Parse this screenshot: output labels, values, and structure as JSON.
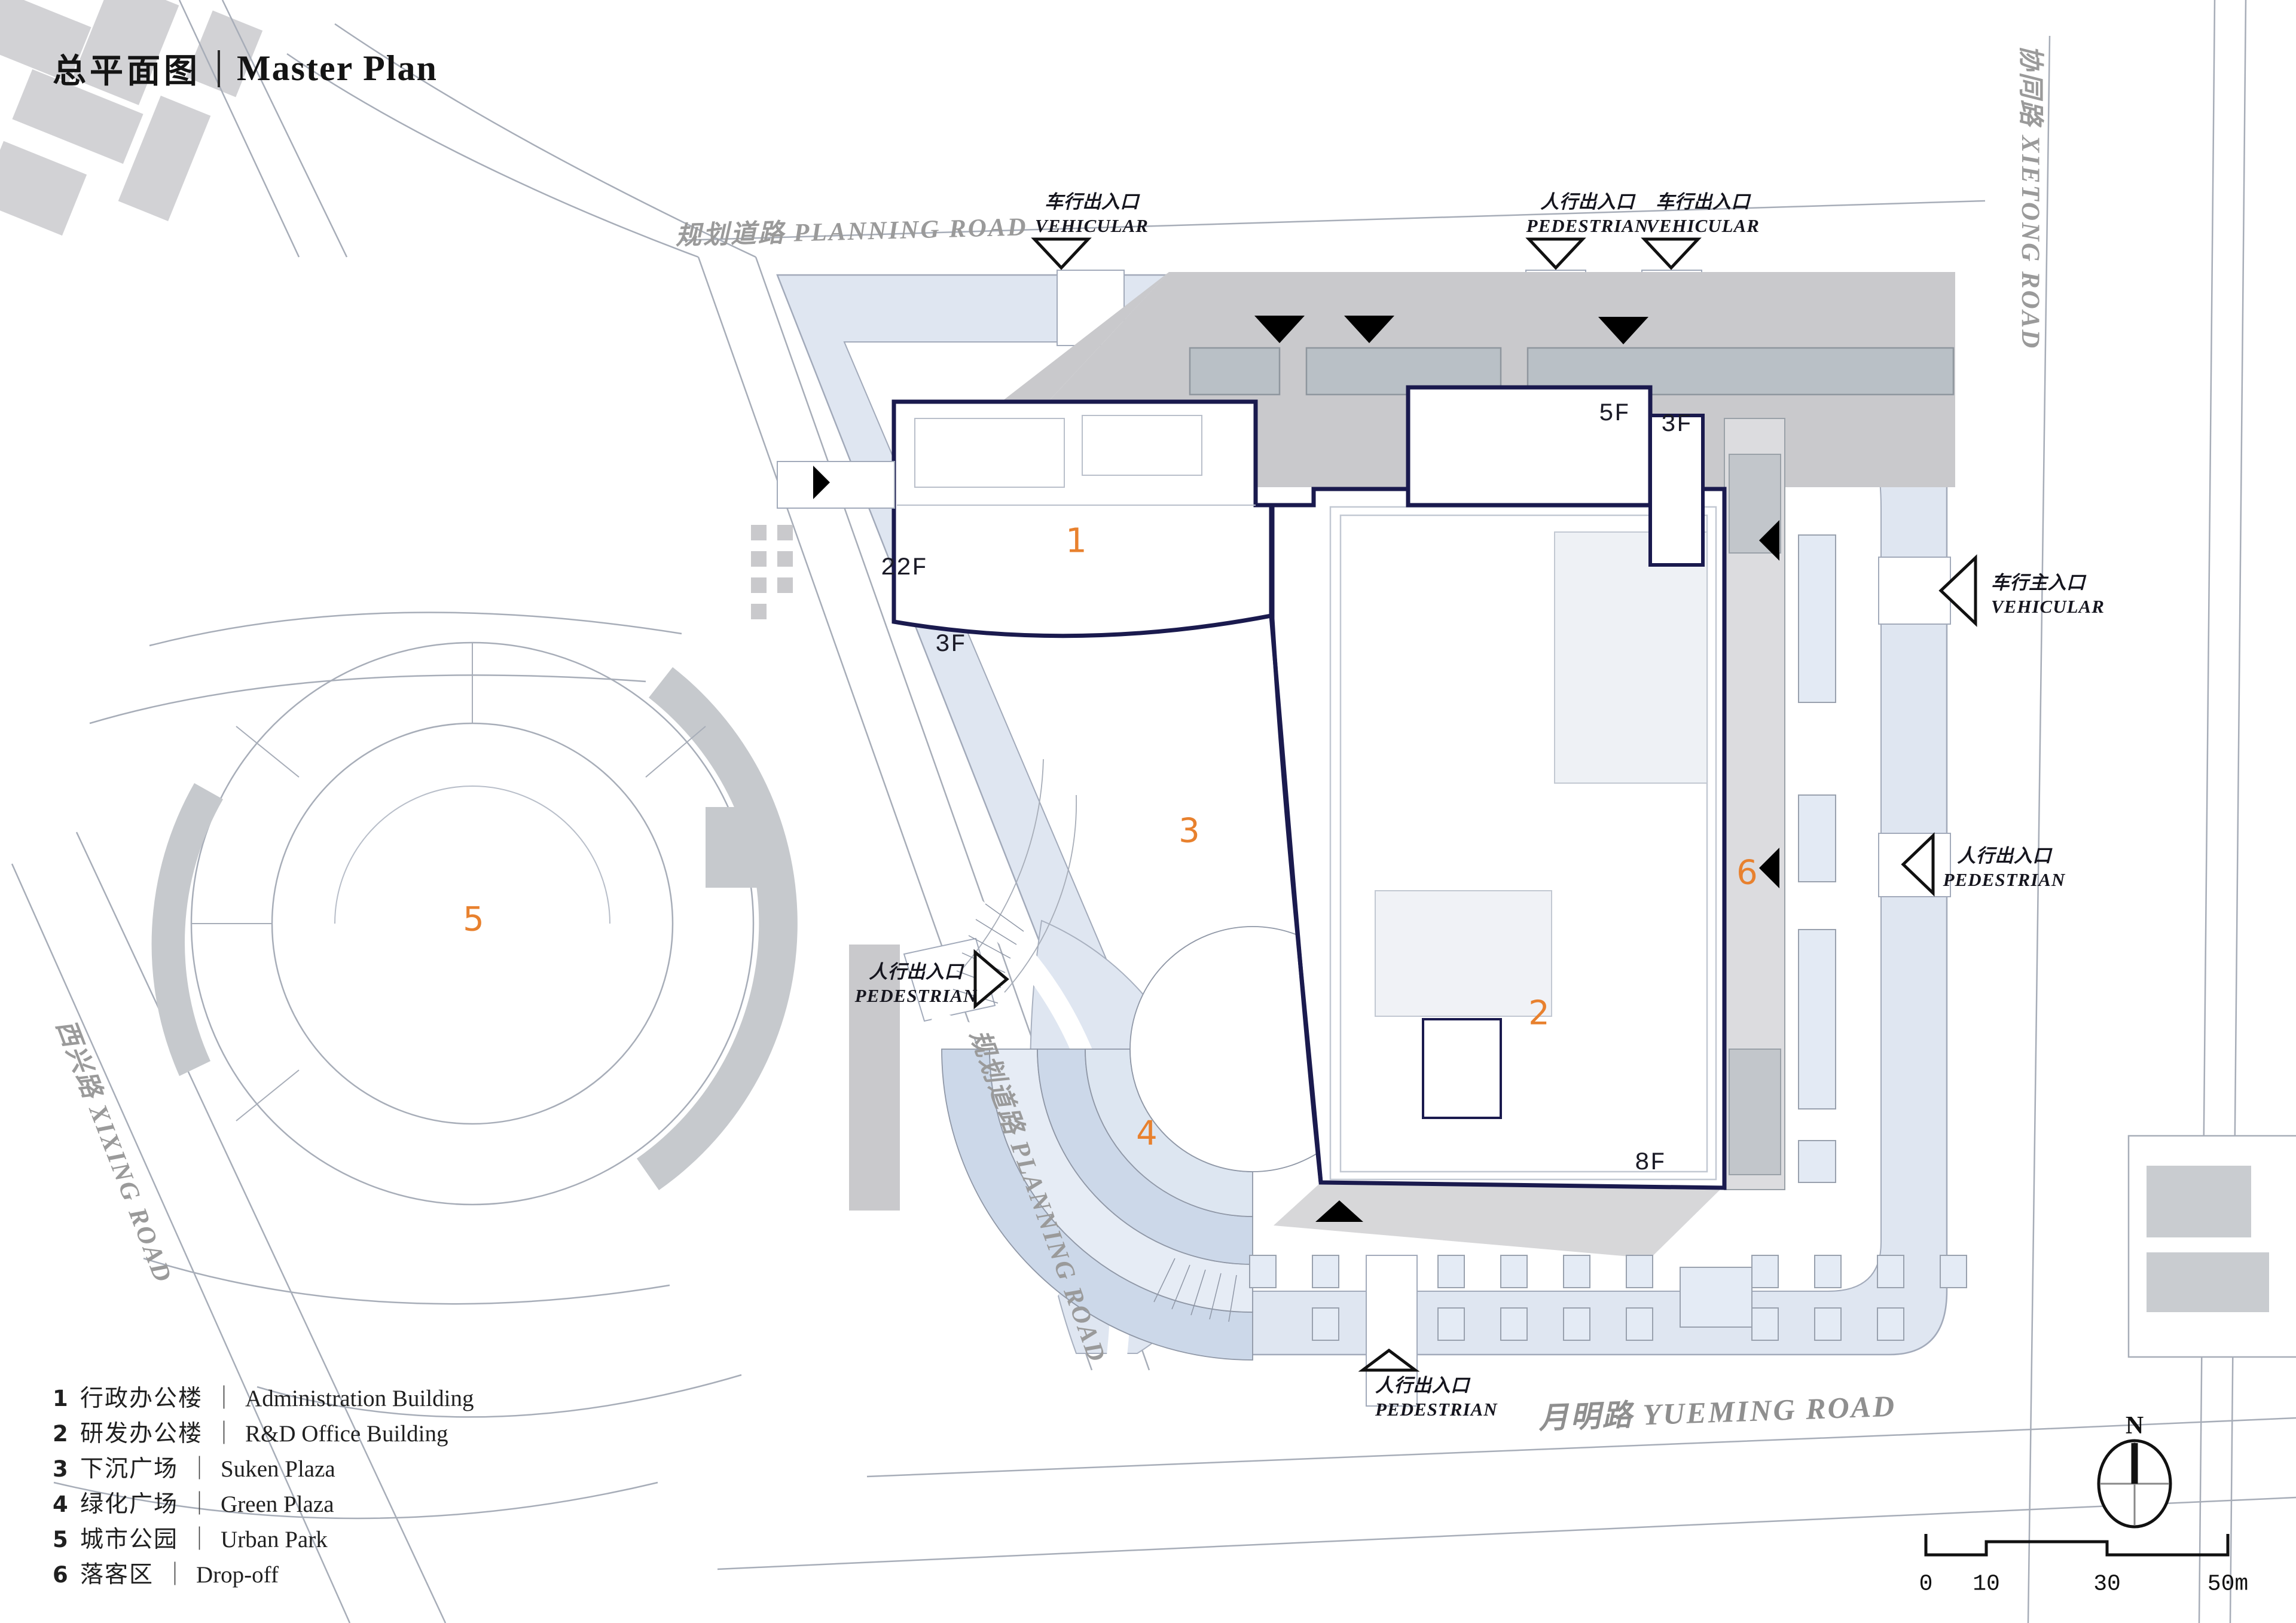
{
  "title": {
    "zh": "总平面图",
    "en": "Master Plan"
  },
  "roads": {
    "planning_top": {
      "zh": "规划道路",
      "en": "PLANNING ROAD"
    },
    "planning_diag": {
      "zh": "规划道路",
      "en": "PLANNING ROAD"
    },
    "xietong": {
      "zh": "协同路",
      "en": "XIETONG ROAD"
    },
    "xixing": {
      "zh": "西兴路",
      "en": "XIXING ROAD"
    },
    "yueming": {
      "zh": "月明路",
      "en": "YUEMING ROAD"
    }
  },
  "entrances": {
    "top_vehicular": {
      "zh": "车行出入口",
      "en": "VEHICULAR"
    },
    "top_pedestrian": {
      "zh": "人行出入口",
      "en": "PEDESTRIAN"
    },
    "top_vehicular_2": {
      "zh": "车行出入口",
      "en": "VEHICULAR"
    },
    "right_vehicular_main": {
      "zh": "车行主入口",
      "en": "VEHICULAR"
    },
    "right_pedestrian": {
      "zh": "人行出入口",
      "en": "PEDESTRIAN"
    },
    "west_pedestrian": {
      "zh": "人行出入口",
      "en": "PEDESTRIAN"
    },
    "south_pedestrian": {
      "zh": "人行出入口",
      "en": "PEDESTRIAN"
    }
  },
  "floor_labels": {
    "b1_tower": "22F",
    "b1_podium": "3F",
    "tower_5f": "5F",
    "tower_3f": "3F",
    "b2_8f": "8F"
  },
  "legend_divider": "｜",
  "legend": {
    "items": [
      {
        "num": "1",
        "zh": "行政办公楼",
        "en": "Administration Building"
      },
      {
        "num": "2",
        "zh": "研发办公楼",
        "en": "R&D Office Building"
      },
      {
        "num": "3",
        "zh": "下沉广场",
        "en": "Suken Plaza"
      },
      {
        "num": "4",
        "zh": "绿化广场",
        "en": "Green Plaza"
      },
      {
        "num": "5",
        "zh": "城市公园",
        "en": "Urban Park"
      },
      {
        "num": "6",
        "zh": "落客区",
        "en": "Drop-off"
      }
    ]
  },
  "compass": {
    "north": "N"
  },
  "scale_bar": {
    "ticks": [
      "0",
      "10",
      "30",
      "50m"
    ]
  },
  "colors": {
    "accent_orange": "#E8812E",
    "landscape_blue": "#DFE6F1",
    "plaza_blue": "#CCD8E9",
    "podium_gray": "#C9C9CC",
    "parking_gray": "#B9C0C6",
    "outline_navy": "#1A1A4E",
    "road_line_gray": "#A7ADB8",
    "road_label_gray": "#9A9A9A"
  }
}
